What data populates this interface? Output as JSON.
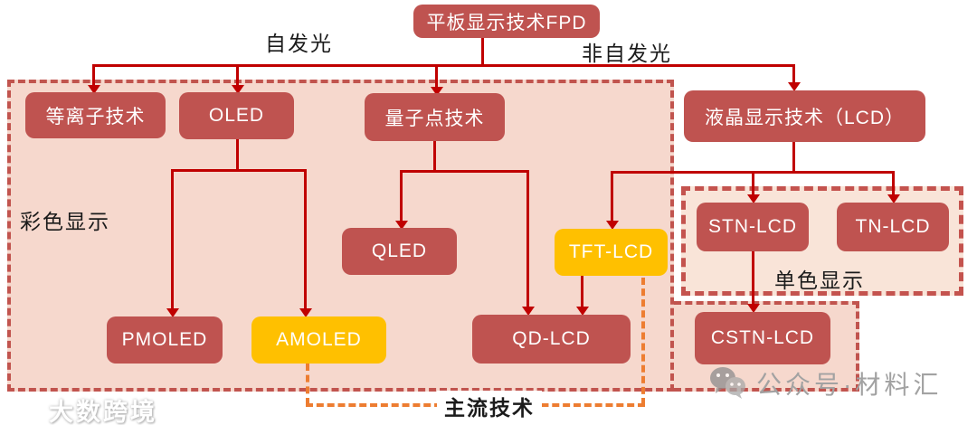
{
  "diagram": {
    "root": {
      "label": "平板显示技术FPD"
    },
    "branch_labels": {
      "self_emitting": "自发光",
      "non_self_emitting": "非自发光"
    },
    "region_labels": {
      "color_display": "彩色显示",
      "mono_display": "单色显示",
      "mainstream": "主流技术"
    },
    "nodes": {
      "plasma": {
        "label": "等离子技术"
      },
      "oled": {
        "label": "OLED"
      },
      "quantum_dot": {
        "label": "量子点技术"
      },
      "lcd": {
        "label": "液晶显示技术（LCD）"
      },
      "qled": {
        "label": "QLED"
      },
      "tft_lcd": {
        "label": "TFT-LCD"
      },
      "stn_lcd": {
        "label": "STN-LCD"
      },
      "tn_lcd": {
        "label": "TN-LCD"
      },
      "pmoled": {
        "label": "PMOLED"
      },
      "amoled": {
        "label": "AMOLED"
      },
      "qd_lcd": {
        "label": "QD-LCD"
      },
      "cstn_lcd": {
        "label": "CSTN-LCD"
      }
    },
    "colors": {
      "node_red": "#bf5350",
      "highlight_yellow": "#ffc000",
      "arrow_red": "#c00000",
      "region_pink": "#f6d8cd",
      "inner_region_pink": "#f9e4d8",
      "dash_border_red": "#c1544e",
      "mainstream_orange": "#ed7d31"
    }
  },
  "watermarks": {
    "bottom_left": "大数跨境",
    "bottom_right": "公众号·材料汇"
  }
}
